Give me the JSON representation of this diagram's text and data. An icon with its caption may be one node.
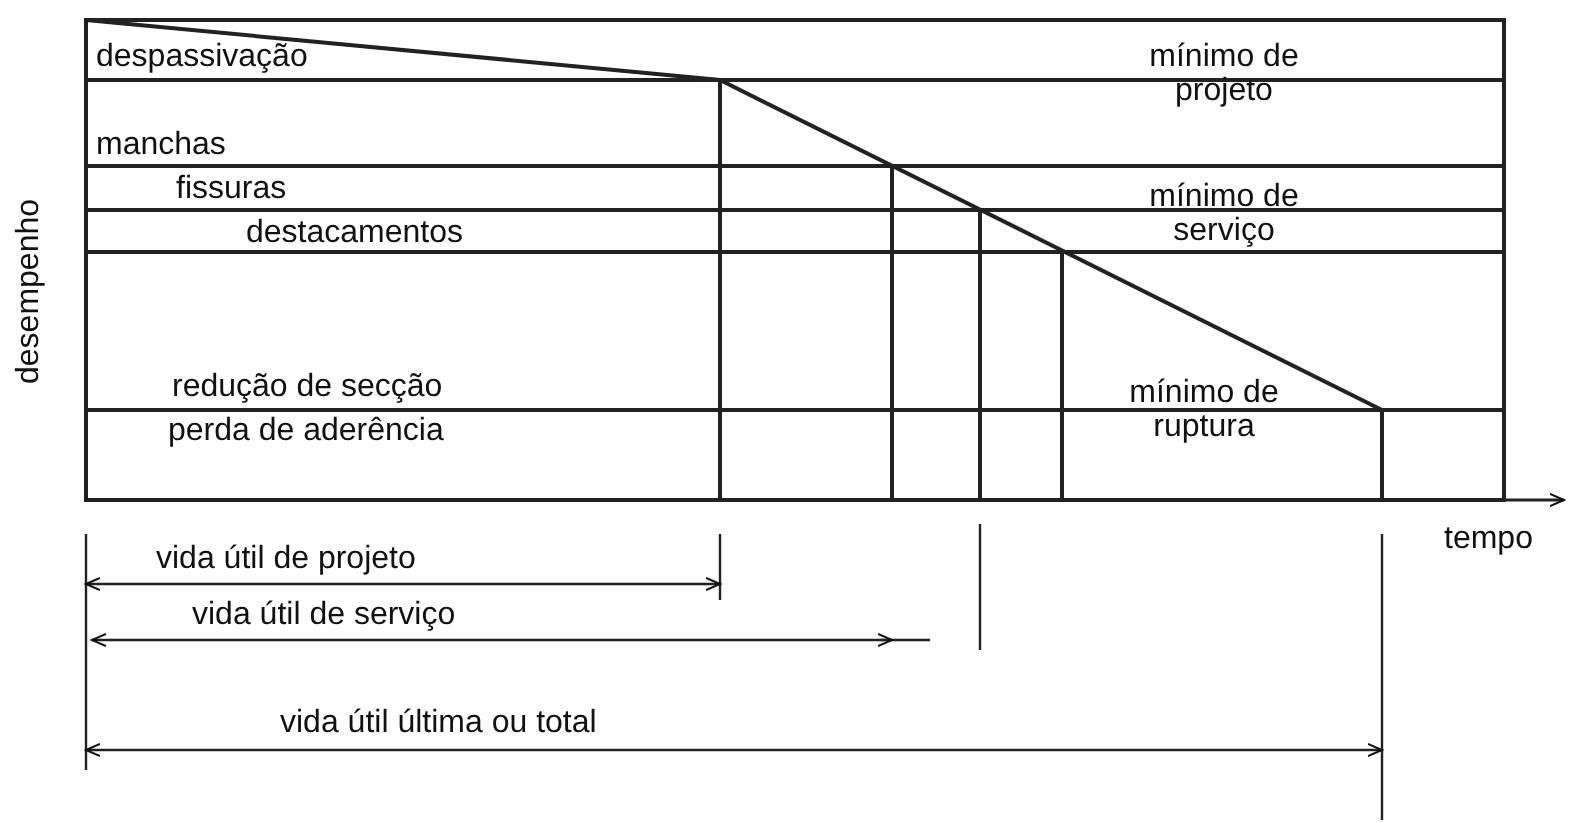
{
  "diagram": {
    "labels": [
      "despassivação",
      "mínimo de projeto",
      "manchas",
      "fissuras",
      "mínimo de serviço",
      "destacamentos",
      "desempenho",
      "redução de secção",
      "mínimo de ruptura",
      "perda de aderência",
      "tempo",
      "vida útil de projeto",
      "vida útil de serviço",
      "vida útil última ou total"
    ]
  }
}
